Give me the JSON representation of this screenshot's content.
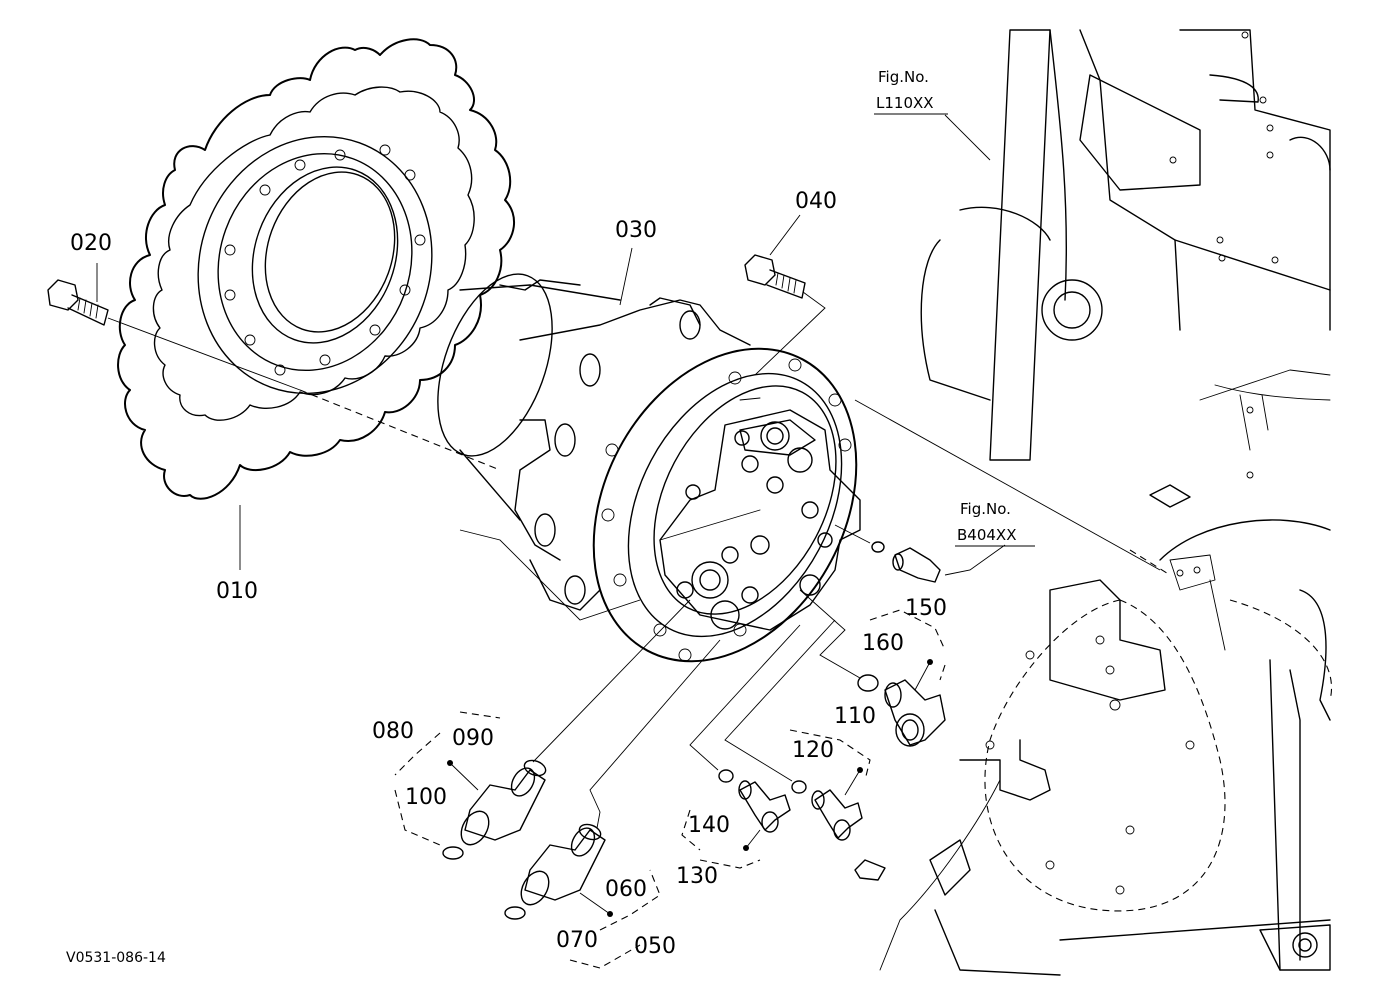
{
  "drawing_code": "V0531-086-14",
  "fig_refs": [
    {
      "id": "l110",
      "title": "Fig.No.",
      "code": "L110XX"
    },
    {
      "id": "b404",
      "title": "Fig.No.",
      "code": "B404XX"
    }
  ],
  "callouts": [
    {
      "id": "p010",
      "text": "010"
    },
    {
      "id": "p020",
      "text": "020"
    },
    {
      "id": "p030",
      "text": "030"
    },
    {
      "id": "p040",
      "text": "040"
    },
    {
      "id": "p050",
      "text": "050"
    },
    {
      "id": "p060",
      "text": "060"
    },
    {
      "id": "p070",
      "text": "070"
    },
    {
      "id": "p080",
      "text": "080"
    },
    {
      "id": "p090",
      "text": "090"
    },
    {
      "id": "p100",
      "text": "100"
    },
    {
      "id": "p110",
      "text": "110"
    },
    {
      "id": "p120",
      "text": "120"
    },
    {
      "id": "p130",
      "text": "130"
    },
    {
      "id": "p140",
      "text": "140"
    },
    {
      "id": "p150",
      "text": "150"
    },
    {
      "id": "p160",
      "text": "160"
    }
  ]
}
